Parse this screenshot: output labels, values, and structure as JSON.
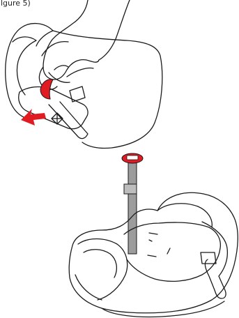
{
  "caption": {
    "text": "lgure 5)"
  },
  "colors": {
    "line": "#1a1a1a",
    "accent_red": "#e11b22",
    "belt_fill": "#9c9c9c",
    "background": "#ffffff"
  },
  "panels": [
    {
      "name": "top-panel",
      "depicts": "hand-pressing-release-button"
    },
    {
      "name": "bottom-panel",
      "depicts": "booster-seat-with-belt-strap"
    }
  ]
}
